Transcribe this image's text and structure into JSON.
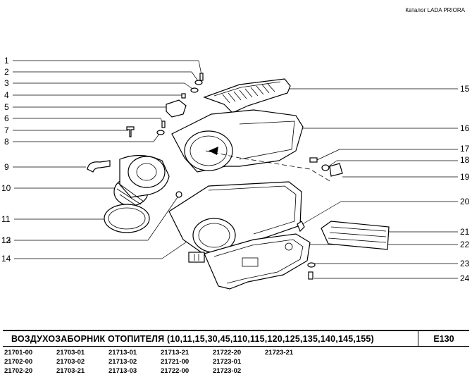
{
  "header": {
    "catalog": "Каталог  LADA  PRIORA"
  },
  "title": "ВОЗДУХОЗАБОРНИК  ОТОПИТЕЛЯ  (10,11,15,30,45,110,115,120,125,135,140,145,155)",
  "code": "E130",
  "callouts_left": [
    "1",
    "2",
    "3",
    "4",
    "5",
    "6",
    "7",
    "8",
    "9",
    "10",
    "11",
    "12",
    "13",
    "14"
  ],
  "callouts_right": [
    "15",
    "16",
    "17",
    "18",
    "19",
    "20",
    "21",
    "22",
    "23",
    "24"
  ],
  "models": [
    "21701-00",
    "21703-01",
    "21713-01",
    "21713-21",
    "21722-20",
    "21723-21",
    "21702-00",
    "21703-02",
    "21713-02",
    "21721-00",
    "21723-01",
    "",
    "21702-20",
    "21703-21",
    "21713-03",
    "21722-00",
    "21723-02",
    ""
  ]
}
